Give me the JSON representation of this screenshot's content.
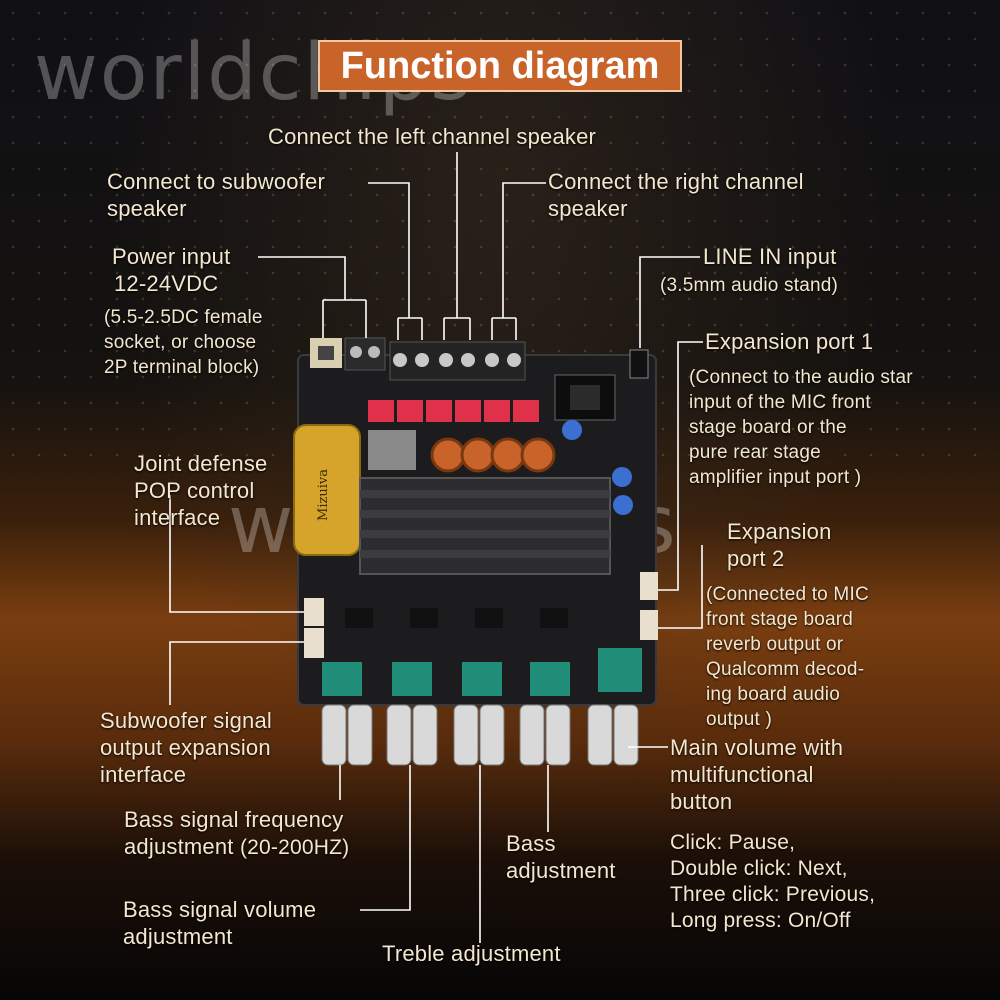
{
  "title": "Function diagram",
  "watermark": "worldchips",
  "labels": {
    "left_channel": "Connect the left channel speaker",
    "subwoofer_1": "Connect to subwoofer",
    "subwoofer_2": "speaker",
    "right_channel_1": "Connect the right channel",
    "right_channel_2": "speaker",
    "power_1": "Power input",
    "power_2": "12-24VDC",
    "power_3": "(5.5-2.5DC female",
    "power_4": "socket, or choose",
    "power_5": "2P terminal block)",
    "line_in_1": "LINE IN input",
    "line_in_2": "(3.5mm audio stand)",
    "exp1_title": "Expansion port 1",
    "exp1_1": "(Connect to the audio star",
    "exp1_2": "input of the MIC front",
    "exp1_3": "stage board or the",
    "exp1_4": "pure rear stage",
    "exp1_5": "amplifier input port )",
    "pop_1": "Joint defense",
    "pop_2": "POP control",
    "pop_3": "interface",
    "exp2_1": "Expansion",
    "exp2_2": "port 2",
    "exp2_3": "(Connected to MIC",
    "exp2_4": "front stage board",
    "exp2_5": "reverb output or",
    "exp2_6": "Qualcomm decod-",
    "exp2_7": "ing board audio",
    "exp2_8": "output )",
    "sub_out_1": "Subwoofer signal",
    "sub_out_2": "output expansion",
    "sub_out_3": "interface",
    "main_vol_1": "Main volume with",
    "main_vol_2": "multifunctional",
    "main_vol_3": "button",
    "click_1": "Click: Pause,",
    "click_2": "Double click: Next,",
    "click_3": "Three click: Previous,",
    "click_4": "Long press: On/Off",
    "bass_freq_1": "Bass signal frequency",
    "bass_freq_2": "adjustment",
    "bass_freq_3": "(20-200HZ)",
    "bass_adj_1": "Bass",
    "bass_adj_2": "adjustment",
    "bass_vol_1": "Bass signal volume",
    "bass_vol_2": "adjustment",
    "treble": "Treble adjustment"
  },
  "board": {
    "capacitor_text": "Mizuiva",
    "accent_color": "#c8632a",
    "line_color": "#ffffff"
  }
}
